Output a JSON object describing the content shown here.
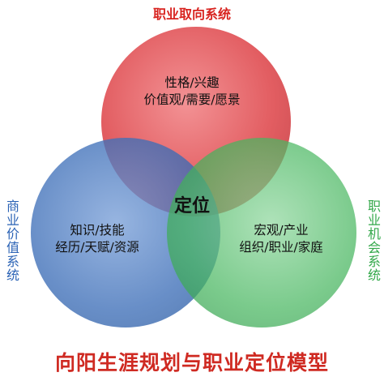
{
  "diagram": {
    "top_title": "职业取向系统",
    "left_side": "商业价值系统",
    "right_side": "职业机会系统",
    "center": "定位",
    "bottom_title": "向阳生涯规划与职业定位模型",
    "circles": {
      "red": {
        "line1": "性格/兴趣",
        "line2": "价值观/需要/愿景",
        "color": "#e14a4f"
      },
      "blue": {
        "line1": "知识/技能",
        "line2": "经历/天赋/资源",
        "color": "#3b6db6"
      },
      "green": {
        "line1": "宏观/产业",
        "line2": "组织/职业/家庭",
        "color": "#43b05c"
      }
    },
    "colors": {
      "title_red": "#d8231f",
      "side_blue": "#2a62b5",
      "side_green": "#33a84a"
    }
  }
}
